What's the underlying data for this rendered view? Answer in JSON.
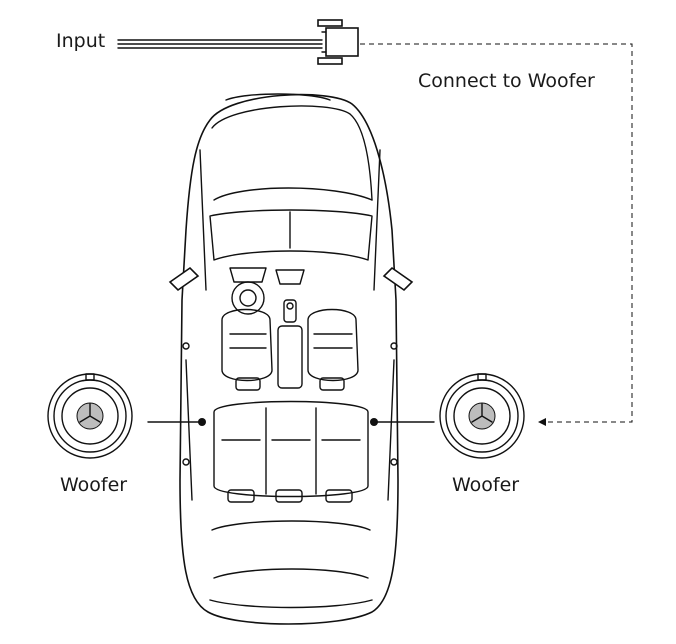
{
  "labels": {
    "input": "Input",
    "connect": "Connect to Woofer",
    "woofer_left": "Woofer",
    "woofer_right": "Woofer"
  },
  "colors": {
    "line": "#111111",
    "background": "#ffffff"
  },
  "icons": [
    "rca-connector-icon",
    "car-topview-icon",
    "woofer-speaker-icon"
  ]
}
